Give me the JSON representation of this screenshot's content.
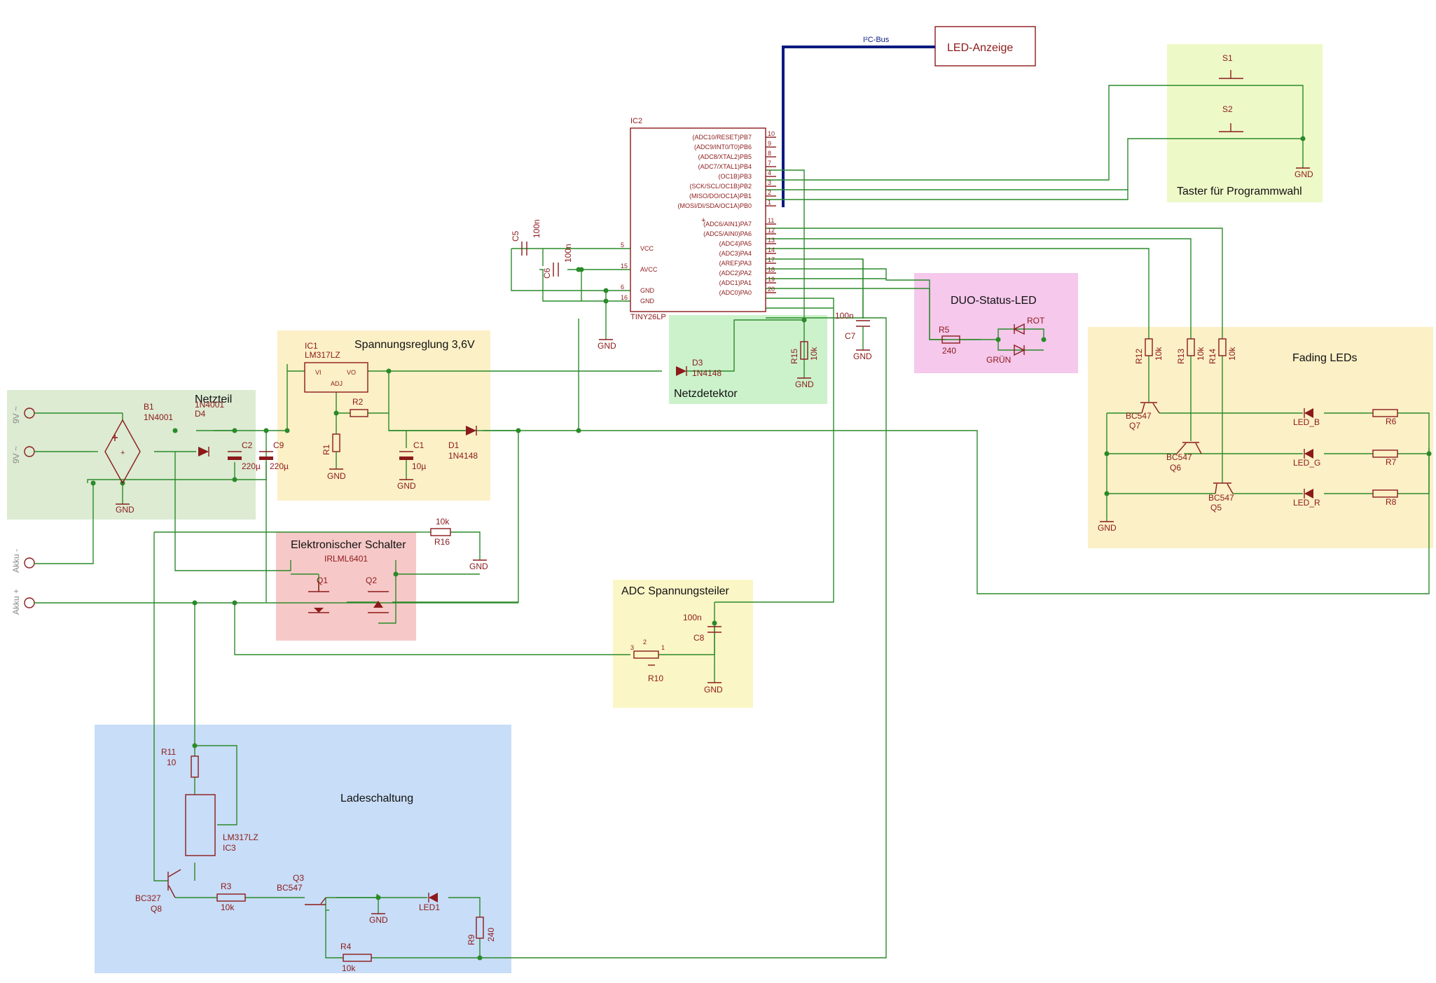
{
  "colors": {
    "wire": "#2a8a2a",
    "component": "#8c1a1a",
    "bus": "#0a1a80",
    "netzteil_box": "#dcebd2",
    "regler_box": "#fbf0c6",
    "schalter_box": "#f7c8c8",
    "ladeschaltung_box": "#c8ddf7",
    "taster_box": "#eef9c8",
    "duo_box": "#f5c8ec",
    "netzdetektor_box": "#ccf2cc",
    "adc_box": "#fbf6c6",
    "fading_box": "#fbf0c6"
  },
  "blocks": {
    "netzteil": "Netzteil",
    "spannungsregelung": "Spannungsreglung 3,6V",
    "schalter": "Elektronischer Schalter",
    "ladeschaltung": "Ladeschaltung",
    "taster": "Taster für Programmwahl",
    "duo": "DUO-Status-LED",
    "netzdetektor": "Netzdetektor",
    "adc": "ADC Spannungsteiler",
    "fading": "Fading LEDs",
    "anzeige": "LED-Anzeige",
    "bus": "I²C-Bus"
  },
  "inputs": {
    "ac1": "9V ~",
    "ac2": "9V ~",
    "akku_minus": "Akku -",
    "akku_plus": "Akku +"
  },
  "ic2": {
    "name": "IC2",
    "part": "TINY26LP",
    "pins_right": [
      {
        "label": "(ADC10/RESET)PB7",
        "num": "10"
      },
      {
        "label": "(ADC9/INT0/T0)PB6",
        "num": "9"
      },
      {
        "label": "(ADC8/XTAL2)PB5",
        "num": "8"
      },
      {
        "label": "(ADC7/XTAL1)PB4",
        "num": "7"
      },
      {
        "label": "(OC1B)PB3",
        "num": "4"
      },
      {
        "label": "(SCK/SCL/OC1B)PB2",
        "num": "3"
      },
      {
        "label": "(MISO/DO/OC1A)PB1",
        "num": "2"
      },
      {
        "label": "(MOSI/DI/SDA/OC1A)PB0",
        "num": "1"
      },
      {
        "label": "(ADC6/AIN1)PA7",
        "num": "11"
      },
      {
        "label": "(ADC5/AIN0)PA6",
        "num": "12"
      },
      {
        "label": "(ADC4)PA5",
        "num": "13"
      },
      {
        "label": "(ADC3)PA4",
        "num": "14"
      },
      {
        "label": "(AREF)PA3",
        "num": "17"
      },
      {
        "label": "(ADC2)PA2",
        "num": "18"
      },
      {
        "label": "(ADC1)PA1",
        "num": "19"
      },
      {
        "label": "(ADC0)PA0",
        "num": "20"
      }
    ],
    "pins_left": [
      {
        "label": "VCC",
        "num": "5"
      },
      {
        "label": "AVCC",
        "num": "15"
      },
      {
        "label": "GND",
        "num": "6"
      },
      {
        "label": "GND",
        "num": "16"
      }
    ]
  },
  "parts": {
    "b1": "B1",
    "b1_val": "1N4001",
    "d4": "D4",
    "d4_val": "1N4001",
    "c2": "C2",
    "c2_val": "220µ",
    "c9": "C9",
    "c9_val": "220µ",
    "ic1": "IC1",
    "ic1_val": "LM317LZ",
    "ic1_vi": "VI",
    "ic1_vo": "VO",
    "ic1_adj": "ADJ",
    "r2": "R2",
    "r1": "R1",
    "c1": "C1",
    "c1_val": "10µ",
    "d1": "D1",
    "d1_val": "1N4148",
    "d3": "D3",
    "d3_val": "1N4148",
    "r15": "R15",
    "r15_val": "10k",
    "c5": "C5",
    "c5_val": "100n",
    "c6": "C6",
    "c6_val": "100n",
    "c7": "C7",
    "c7_val": "100n",
    "r5": "R5",
    "r5_val": "240",
    "rot": "ROT",
    "gruen": "GRÜN",
    "s1": "S1",
    "s2": "S2",
    "r12": "R12",
    "r13": "R13",
    "r14": "R14",
    "r_fading_val": "10k",
    "q7": "Q7",
    "q6": "Q6",
    "q5": "Q5",
    "bc547": "BC547",
    "led_b": "LED_B",
    "led_g": "LED_G",
    "led_r": "LED_R",
    "r6": "R6",
    "r7": "R7",
    "r8": "R8",
    "r16": "R16",
    "r16_val": "10k",
    "irlml": "IRLML6401",
    "q1": "Q1",
    "q2": "Q2",
    "c8": "C8",
    "c8_val": "100n",
    "r10": "R10",
    "r11": "R11",
    "r11_val": "10",
    "ic3": "IC3",
    "ic3_val": "LM317LZ",
    "q8": "Q8",
    "q8_val": "BC327",
    "q3": "Q3",
    "q3_val": "BC547",
    "r3": "R3",
    "r3_val": "10k",
    "r4": "R4",
    "r4_val": "10k",
    "r9": "R9",
    "r9_val": "240",
    "led1": "LED1",
    "gnd": "GND"
  }
}
